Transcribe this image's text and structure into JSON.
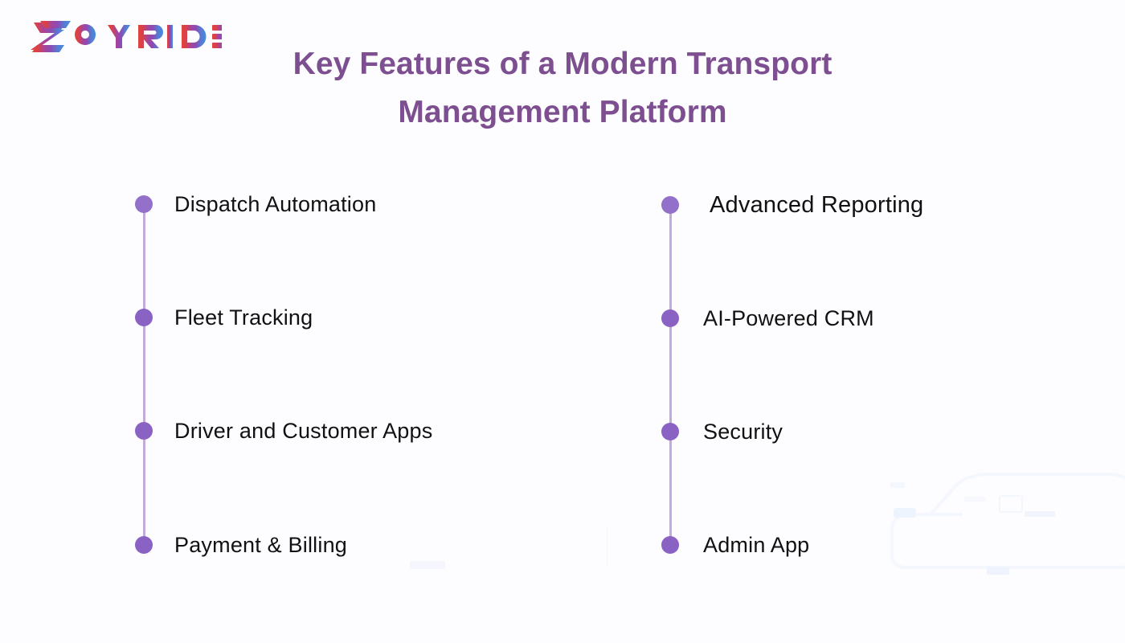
{
  "brand": {
    "name": "ZOYRIDE",
    "logo_icon": "zoyride-logo",
    "letters": [
      "Z",
      "O",
      "Y",
      "R",
      "I",
      "D",
      "E"
    ],
    "gradient_start": "#e04a3f",
    "gradient_mid": "#8b4bb5",
    "gradient_end": "#3f8fe0"
  },
  "header": {
    "title_line_1": "Key Features of a Modern Transport",
    "title_line_2": "Management Platform",
    "title_color": "#7d4f91"
  },
  "features": {
    "dot_color": "#8a62c4",
    "line_color": "#c3aadd",
    "left_column": [
      {
        "label": "Dispatch Automation"
      },
      {
        "label": "Fleet Tracking"
      },
      {
        "label": "Driver and Customer Apps"
      },
      {
        "label": "Payment & Billing"
      }
    ],
    "right_column": [
      {
        "label": "Advanced Reporting"
      },
      {
        "label": "AI-Powered CRM"
      },
      {
        "label": "Security"
      },
      {
        "label": "Admin App"
      }
    ]
  },
  "decorations": {
    "watermark_icon": "car-outline-watermark",
    "watermark_color": "#f6f8fe"
  }
}
